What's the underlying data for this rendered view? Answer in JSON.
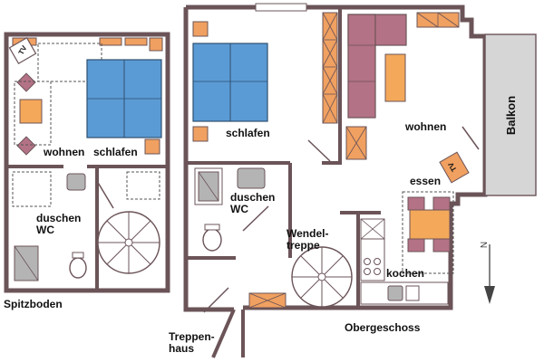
{
  "labels": {
    "spitzboden_title": "Spitzboden",
    "sb_wohnen": "wohnen",
    "sb_schlafen": "schlafen",
    "sb_duschen_wc": "duschen\nWC",
    "tv": "TV",
    "og_schlafen": "schlafen",
    "og_duschen_wc": "duschen\nWC",
    "og_wohnen": "wohnen",
    "og_essen": "essen",
    "og_tv": "TV",
    "og_wendeltreppe": "Wendel-\ntreppe",
    "og_kochen": "kochen",
    "og_treppenhaus": "Treppen-\nhaus",
    "obergeschoss_title": "Obergeschoss",
    "balkon": "Balkon",
    "north": "N"
  },
  "colors": {
    "wall": "#6b5458",
    "bed_blue": "#5b9bd5",
    "sofa_mauve": "#b47286",
    "table_orange": "#f4a85a",
    "cabinet_orange": "#f0a060",
    "sink_gray": "#b4b4b4",
    "balcony_gray": "#d6d6d6"
  }
}
